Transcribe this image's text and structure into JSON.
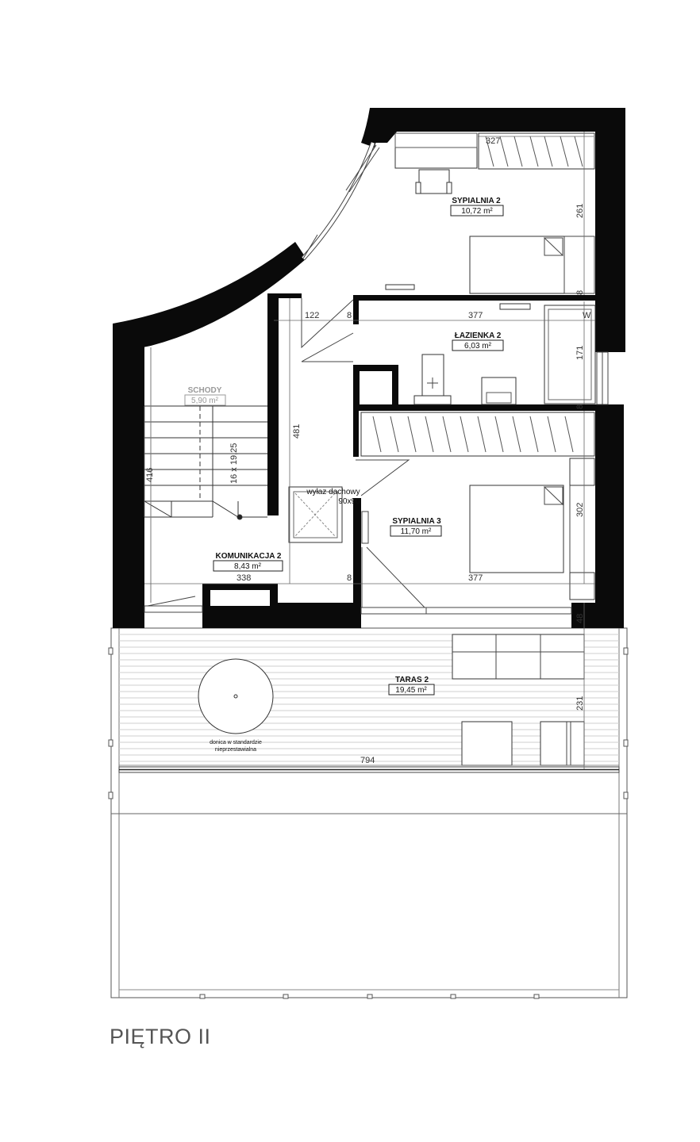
{
  "floor_title": "PIĘTRO II",
  "rooms": {
    "bedroom2": {
      "name": "SYPIALNIA 2",
      "area": "10,72 m²"
    },
    "bathroom2": {
      "name": "ŁAZIENKA 2",
      "area": "6,03 m²"
    },
    "stairs": {
      "name": "SCHODY",
      "area": "5,90 m²"
    },
    "hall2": {
      "name": "KOMUNIKACJA 2",
      "area": "8,43 m²"
    },
    "bedroom3": {
      "name": "SYPIALNIA 3",
      "area": "11,70 m²"
    },
    "terrace2": {
      "name": "TARAS 2",
      "area": "19,45 m²"
    }
  },
  "notes": {
    "roof_exit_line1": "wyłaz dachowy",
    "roof_exit_line2": "90x90",
    "planter_line1": "donica w standardzie",
    "planter_line2": "nieprzestawialna",
    "stairs_spec": "16 x 19,25",
    "wardrobe_mark": "W"
  },
  "dimensions": {
    "d327": "327",
    "d261": "261",
    "d122": "122",
    "d8a": "8",
    "d377a": "377",
    "d171": "171",
    "d481": "481",
    "d416": "416",
    "d302": "302",
    "d338": "338",
    "d8b": "8",
    "d377b": "377",
    "d8c": "8",
    "d8d": "8",
    "d48": "48",
    "d231": "231",
    "d794": "794"
  }
}
